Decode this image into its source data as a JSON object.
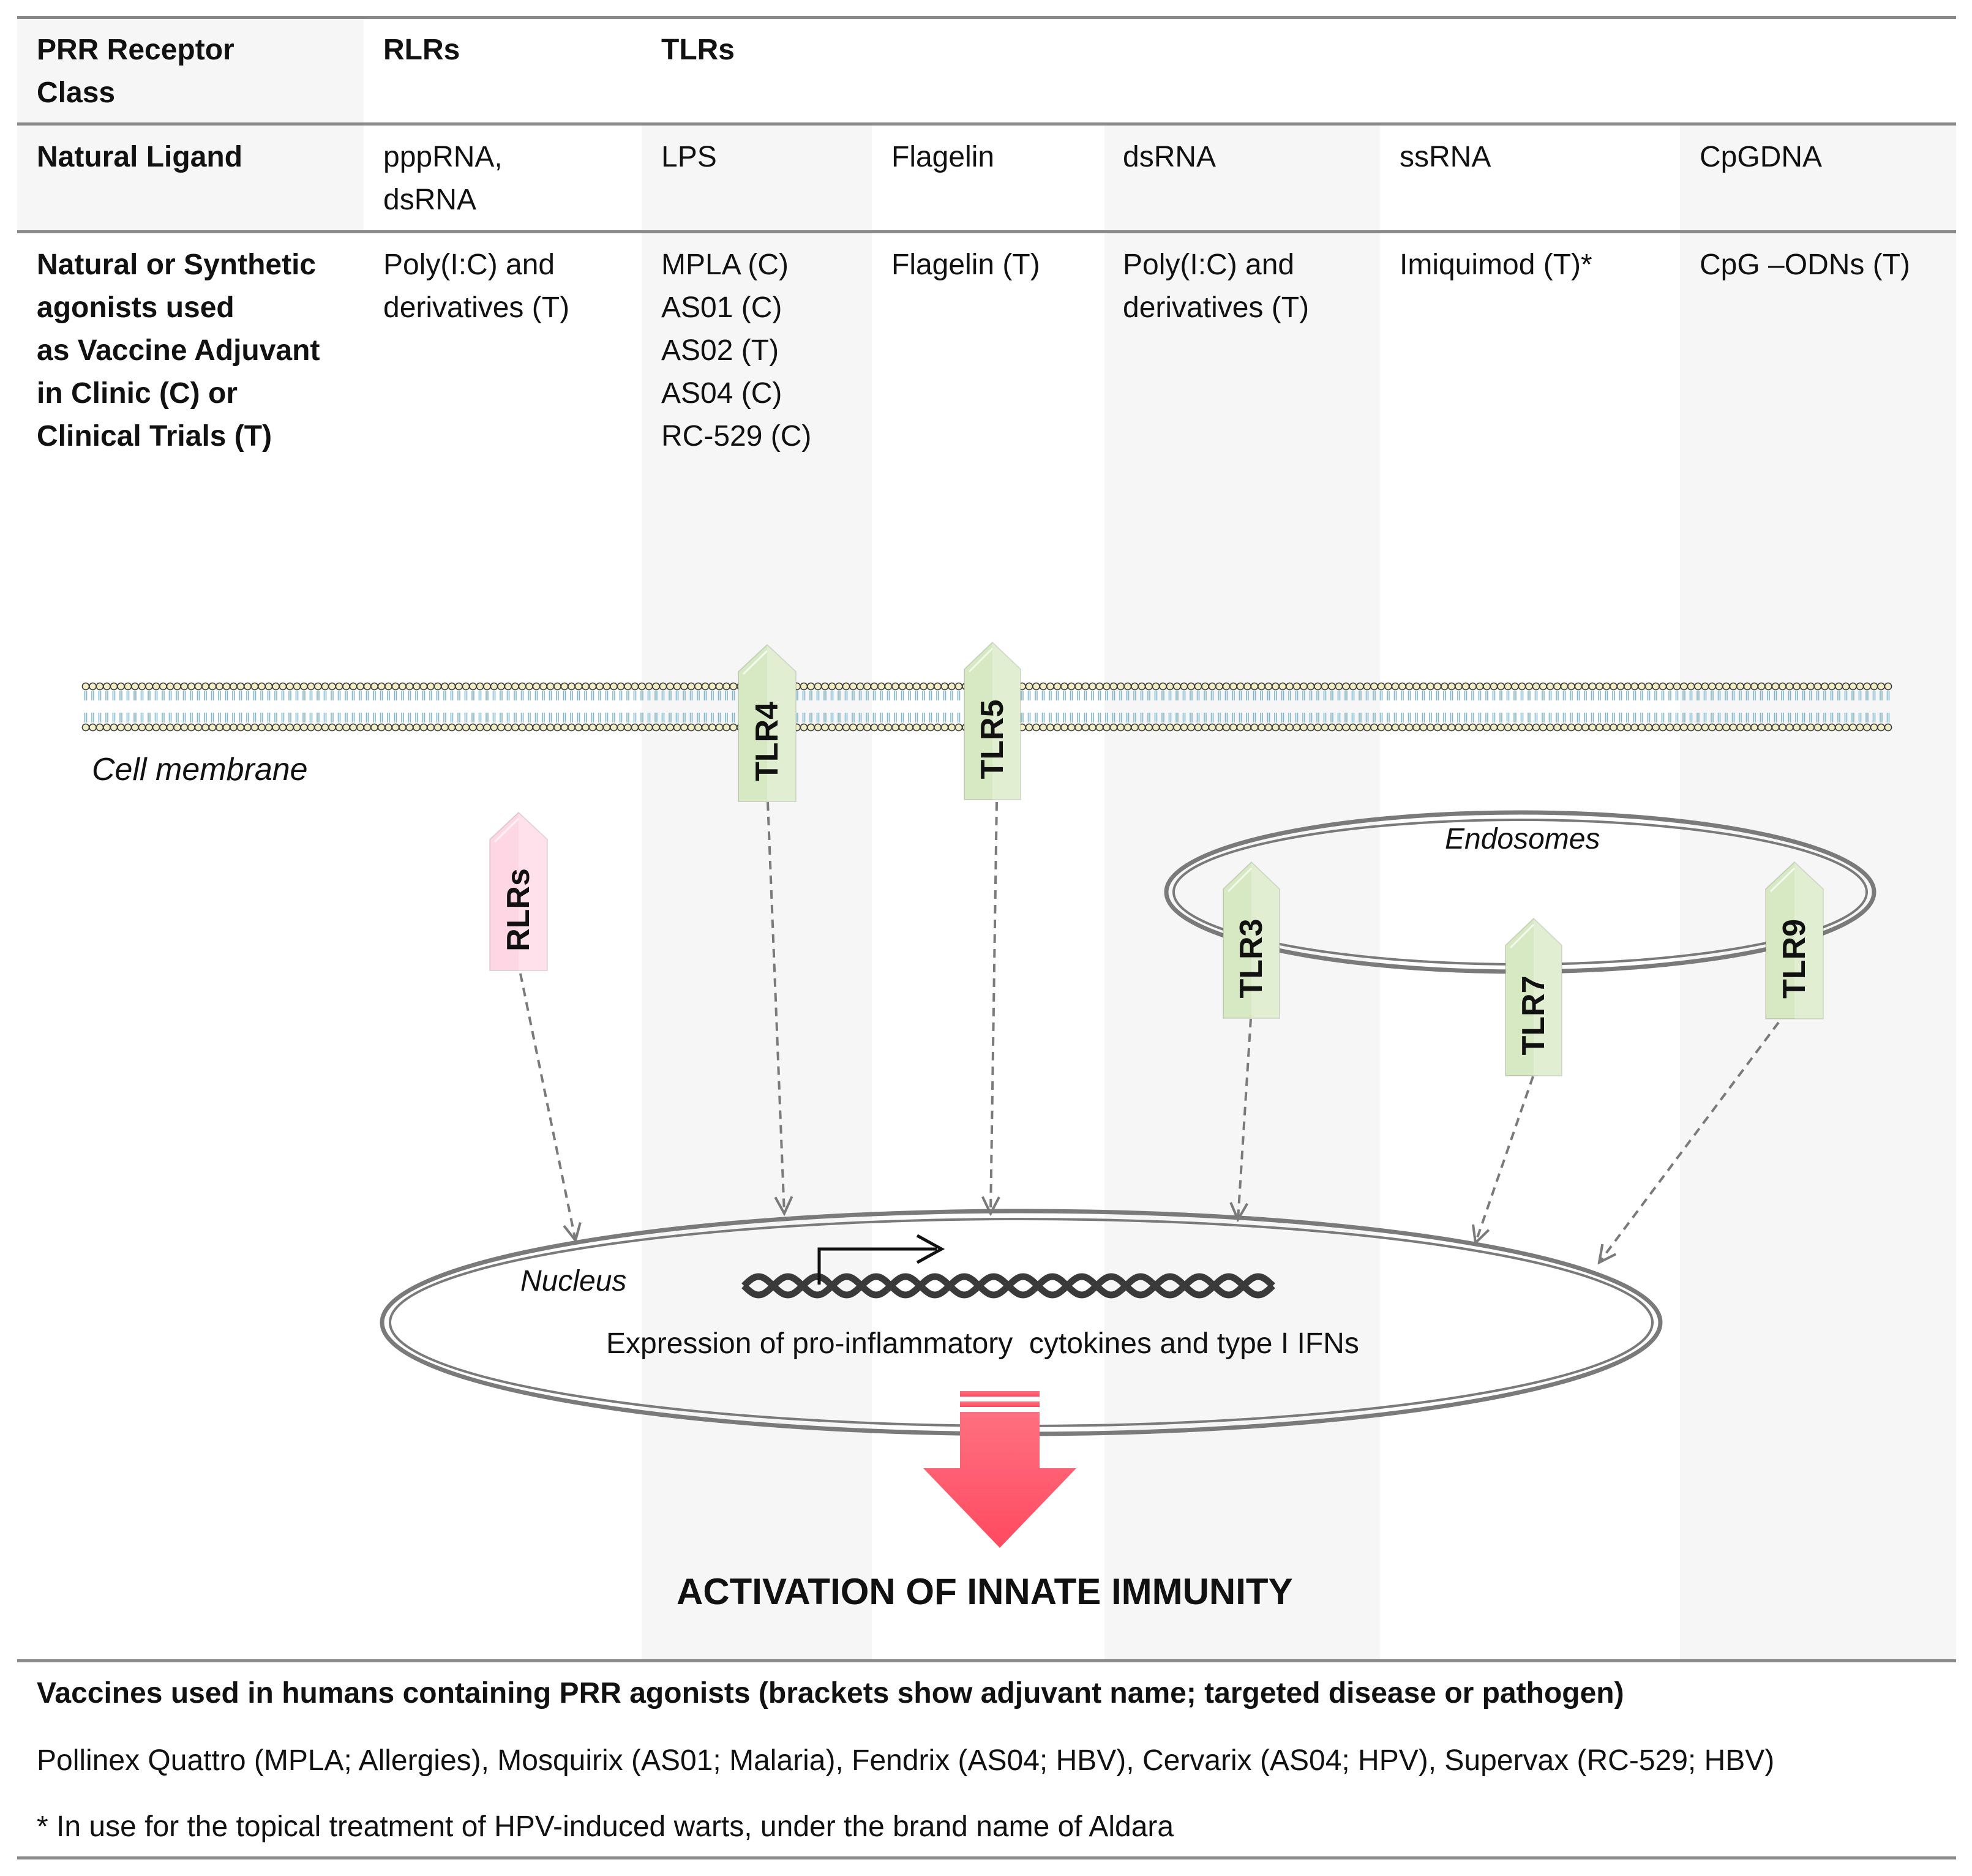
{
  "table": {
    "row1": {
      "label": "PRR Receptor\nClass",
      "rlrs": "RLRs",
      "tlrs": "TLRs"
    },
    "row2": {
      "label": "Natural Ligand",
      "values": [
        "pppRNA,\ndsRNA",
        "LPS",
        "Flagelin",
        "dsRNA",
        "ssRNA",
        "CpGDNA"
      ]
    },
    "row3": {
      "label": "Natural or Synthetic\nagonists used\nas Vaccine Adjuvant\nin Clinic (C) or\nClinical Trials (T)",
      "values": [
        "Poly(I:C) and\nderivatives (T)",
        "MPLA (C)\nAS01 (C)\nAS02 (T)\nAS04 (C)\nRC-529 (C)",
        "Flagelin (T)",
        "Poly(I:C) and\nderivatives (T)",
        "Imiquimod (T)*",
        "CpG –ODNs (T)"
      ]
    }
  },
  "diagram": {
    "membrane_label": "Cell membrane",
    "endosomes_label": "Endosomes",
    "nucleus_label": "Nucleus",
    "expression_text": "Expression of pro-inflammatory  cytokines and type I IFNs",
    "outcome": "ACTIVATION OF INNATE IMMUNITY",
    "receptors": [
      {
        "id": "rlrs",
        "label": "RLRs",
        "color": "#ffd7e4"
      },
      {
        "id": "tlr4",
        "label": "TLR4",
        "color": "#d7e9c3"
      },
      {
        "id": "tlr5",
        "label": "TLR5",
        "color": "#d7e9c3"
      },
      {
        "id": "tlr3",
        "label": "TLR3",
        "color": "#d7e9c3"
      },
      {
        "id": "tlr7",
        "label": "TLR7",
        "color": "#d7e9c3"
      },
      {
        "id": "tlr9",
        "label": "TLR9",
        "color": "#d7e9c3"
      }
    ],
    "colors": {
      "arrow": "#ff5a6e",
      "membrane_head": "#f2efc6",
      "membrane_tail": "#7fb6cc",
      "line": "#7a7a7a"
    }
  },
  "footer": {
    "heading": "Vaccines used in humans containing PRR agonists  (brackets show adjuvant name; targeted disease or pathogen)",
    "vaccines": "Pollinex Quattro (MPLA; Allergies), Mosquirix (AS01; Malaria),  Fendrix (AS04;  HBV),  Cervarix (AS04; HPV), Supervax (RC-529; HBV)",
    "note": "* In use for the topical treatment of  HPV-induced warts, under the brand name of Aldara"
  }
}
